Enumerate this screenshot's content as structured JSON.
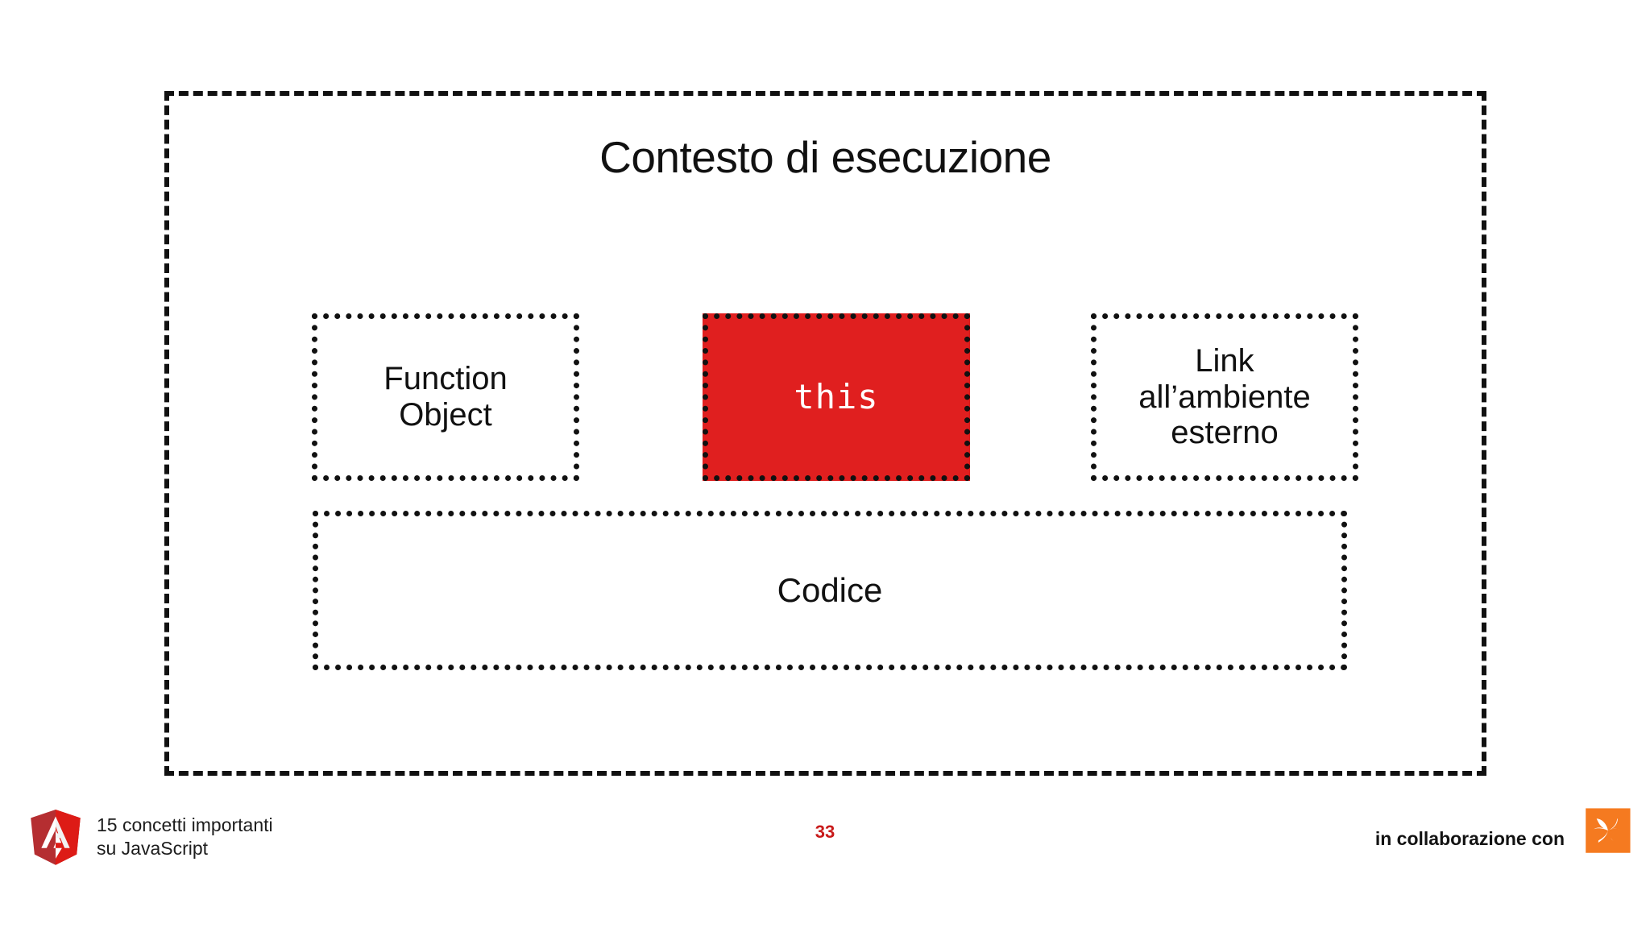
{
  "slide": {
    "background_color": "#FFFFFF",
    "accent_red": "#E01F1F",
    "page_number": "33"
  },
  "diagram": {
    "title": "Contesto di esecuzione",
    "frame_name": "execution-context-frame",
    "boxes": [
      {
        "id": "function-object",
        "label_line1": "Function",
        "label_line2": "Object",
        "style": "dotted-outline",
        "fill": "transparent",
        "text_color": "#111111"
      },
      {
        "id": "this",
        "label": "this",
        "style": "dotted-outline-filled",
        "fill": "#E01F1F",
        "text_color": "#FFFFFF",
        "font": "monospace"
      },
      {
        "id": "link-ambiente-esterno",
        "label_line1": "Link",
        "label_line2": "all’ambiente",
        "label_line3": "esterno",
        "style": "dotted-outline",
        "fill": "transparent",
        "text_color": "#111111"
      }
    ],
    "code_box": {
      "id": "codice",
      "label": "Codice",
      "style": "dotted-outline",
      "fill": "transparent"
    }
  },
  "footer": {
    "left": {
      "logo_name": "angular-shield-logo",
      "title_line1": "15 concetti importanti",
      "title_line2": "su JavaScript"
    },
    "center": {
      "page_number": "33",
      "color": "#C81A1A"
    },
    "right": {
      "text": "in collaborazione con",
      "logo_name": "orange-spiral-logo",
      "logo_color": "#F57A20"
    }
  }
}
